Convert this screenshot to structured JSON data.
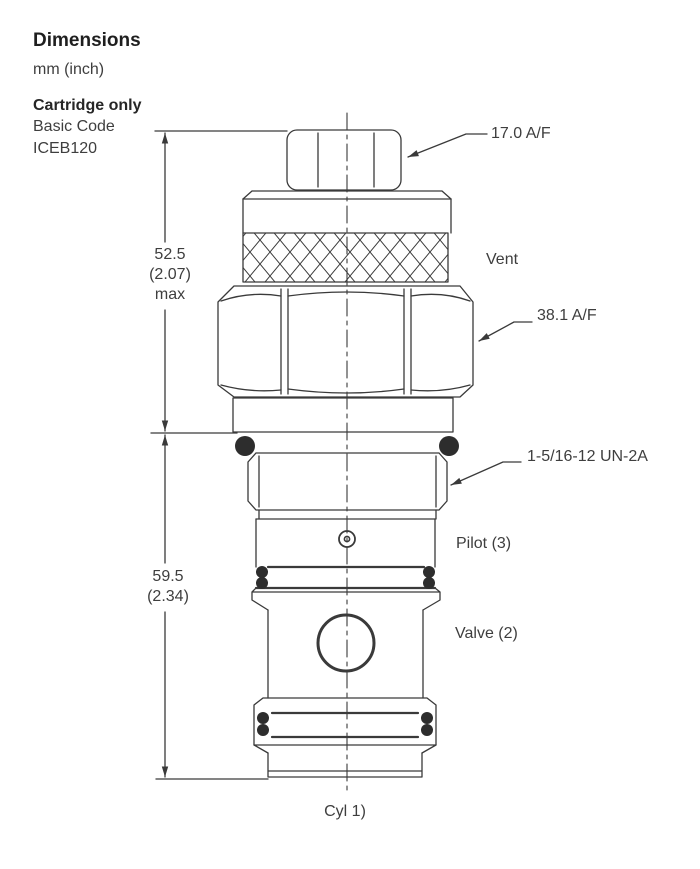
{
  "header": {
    "title": "Dimensions",
    "units": "mm (inch)"
  },
  "cartridge": {
    "heading": "Cartridge only",
    "code_label": "Basic Code",
    "code": "ICEB120"
  },
  "dims": {
    "upper_mm": "52.5",
    "upper_in": "(2.07)",
    "upper_qual": "max",
    "lower_mm": "59.5",
    "lower_in": "(2.34)"
  },
  "callouts": {
    "adjust_hex": "17.0 A/F",
    "vent": "Vent",
    "body_hex": "38.1 A/F",
    "thread": "1-5/16-12 UN-2A",
    "pilot_port": "Pilot (3)",
    "valve_port": "Valve (2)",
    "cyl_port": "Cyl 1)"
  },
  "colors": {
    "line": "#3a3a3a",
    "text": "#3e3e3e",
    "background": "#ffffff"
  }
}
